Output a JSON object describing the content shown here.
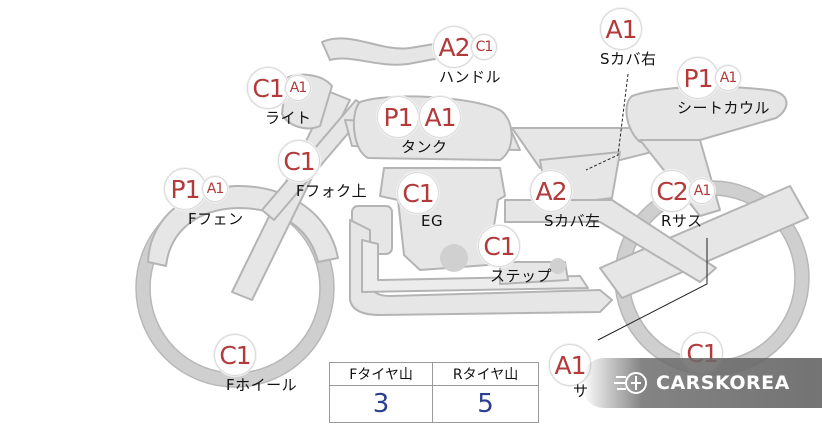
{
  "parts": {
    "handle": {
      "label": "ハンドル",
      "badges": [
        "A2",
        "C1"
      ]
    },
    "s_cover_r": {
      "label": "Sカバ右",
      "badges": [
        "A1"
      ]
    },
    "light": {
      "label": "ライト",
      "badges": [
        "C1",
        "A1"
      ]
    },
    "tank": {
      "label": "タンク",
      "badges": [
        "P1",
        "A1"
      ]
    },
    "seat_cowl": {
      "label": "シートカウル",
      "badges": [
        "P1",
        "A1"
      ]
    },
    "fork_upper": {
      "label": "Fフォク上",
      "badges": [
        "C1"
      ]
    },
    "f_fender": {
      "label": "Fフェン",
      "badges": [
        "P1",
        "A1"
      ]
    },
    "eg": {
      "label": "EG",
      "badges": [
        "C1"
      ]
    },
    "s_cover_l": {
      "label": "Sカバ左",
      "badges": [
        "A2"
      ]
    },
    "r_sus": {
      "label": "Rサス",
      "badges": [
        "C2",
        "A1"
      ]
    },
    "step": {
      "label": "ステップ",
      "badges": [
        "C1"
      ]
    },
    "f_wheel": {
      "label": "Fホイール",
      "badges": [
        "C1"
      ]
    },
    "muffler": {
      "label": "サ",
      "badges": [
        "A1"
      ]
    },
    "r_wheel": {
      "label": "",
      "badges": [
        "C1"
      ]
    }
  },
  "tread_table": {
    "headers": [
      "Fタイヤ山",
      "Rタイヤ山"
    ],
    "values": [
      "3",
      "5"
    ]
  },
  "brand": {
    "name": "CARSKOREA",
    "icon": "carskorea-logo-icon"
  },
  "colors": {
    "badge_text": "#b23a3a",
    "silhouette": "#e6e6e6",
    "tread_value": "#2a3f8f"
  }
}
